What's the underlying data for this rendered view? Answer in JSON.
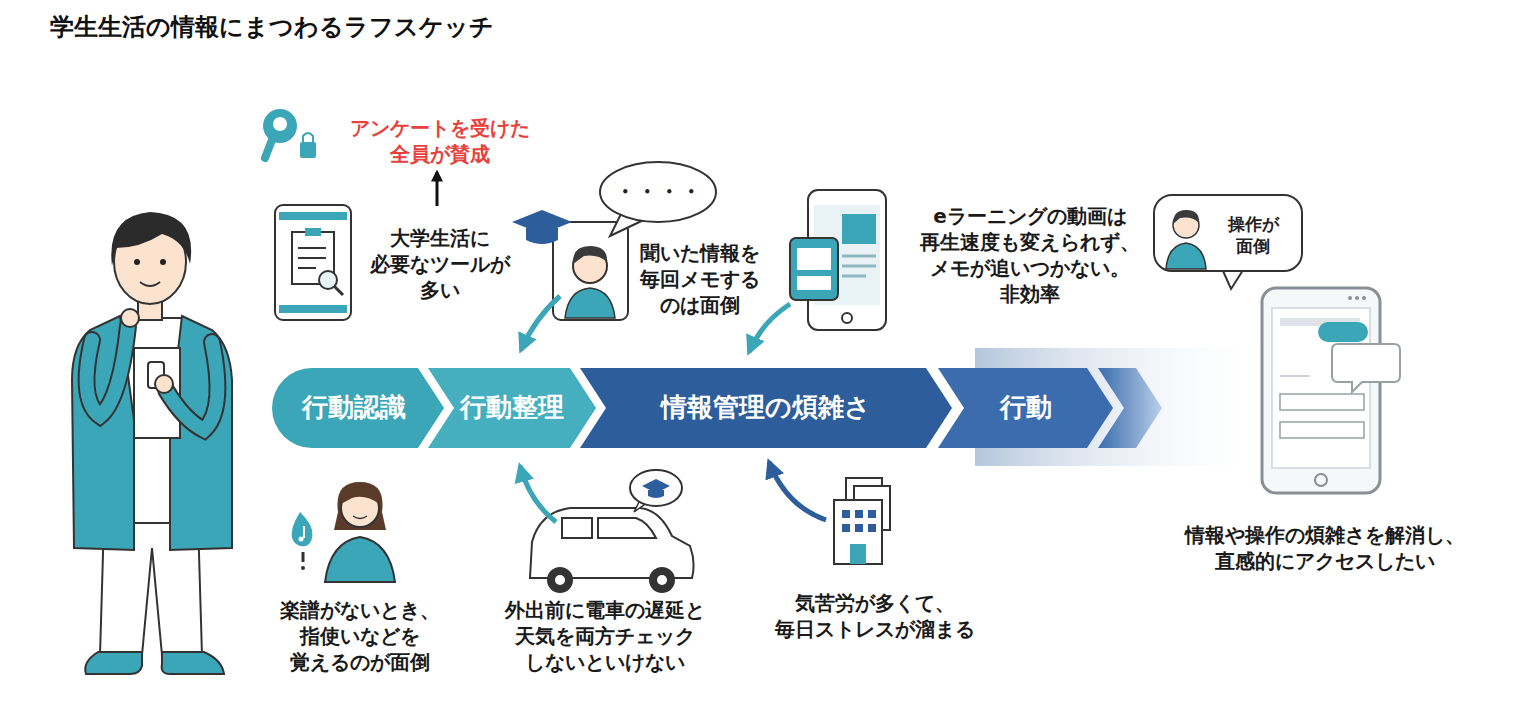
{
  "diagram": {
    "title": "学生生活の情報にまつわるラフスケッチ",
    "nodes": [
      {
        "text": [
          "行動認識"
        ]
      },
      {
        "text": [
          "行動整理"
        ]
      },
      {
        "text": [
          "情報管理の煩雑さ"
        ]
      },
      {
        "text": [
          "行動"
        ]
      },
      {
        "text": [
          "・・・・"
        ]
      },
      {
        "text": [
          "操作が 面倒"
        ]
      }
    ],
    "labels": [
      "アンケートを受けた 全員が賛成",
      "大学生活に 必要なツールが 多い",
      "聞いた情報を 毎回メモする のは面倒",
      "eラーニングの動画は 再生速度も変えられず、 メモが追いつかない。 非効率",
      "楽譜がないとき、 指使いなどを 覚えるのが面倒",
      "外出前に電車の遅延と 天気を両方チェック しないといけない",
      "気苦労が多くて、 毎日ストレスが溜まる",
      "情報や操作の煩雑さを解消し、 直感的にアクセスしたい"
    ]
  }
}
